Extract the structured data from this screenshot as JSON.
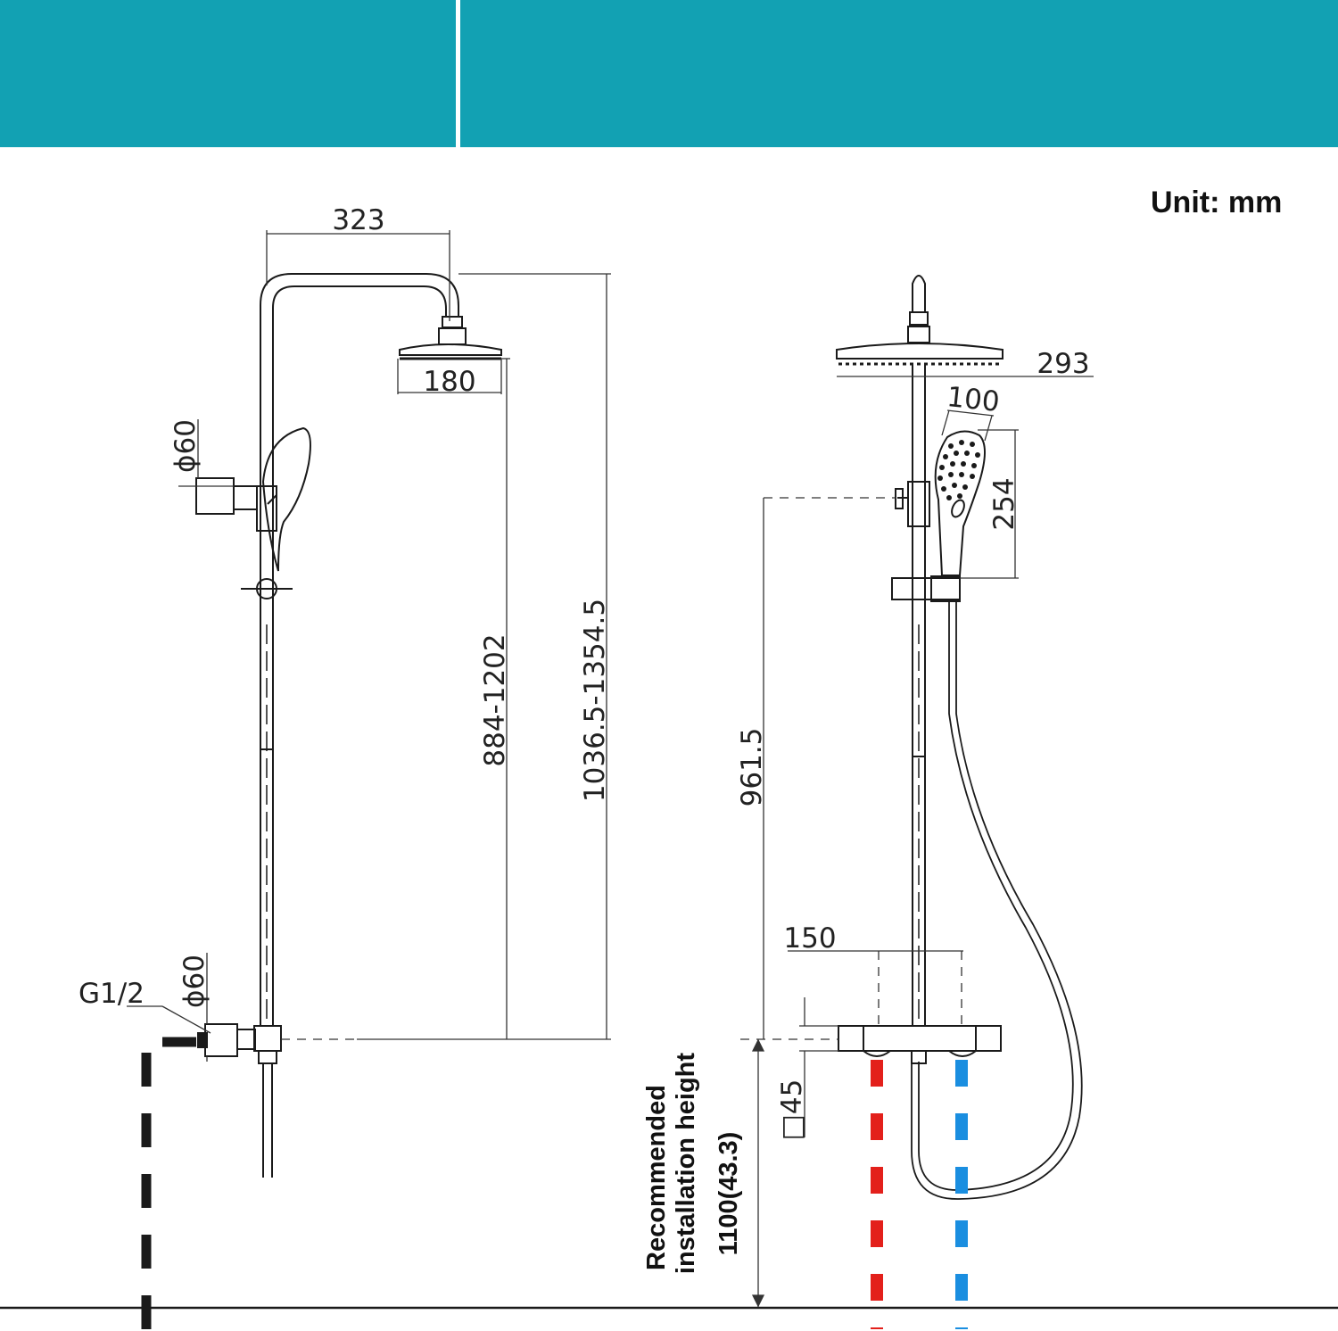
{
  "banner": {
    "color": "#12a1b3"
  },
  "unit_label": "Unit: mm",
  "dimensions": {
    "arm_length": "323",
    "head_side": "180",
    "holder_dia": "ϕ60",
    "inlet_dia": "ϕ60",
    "thread": "G1/2",
    "height_range_head": "884-1202",
    "height_range_total": "1036.5-1354.5",
    "head_front": "293",
    "hand_width": "100",
    "hand_length": "254",
    "holder_height": "961.5",
    "center_distance": "150",
    "valve_square": "□45"
  },
  "recommended": {
    "line1": "Recommended",
    "line2": "installation height",
    "line3": "1100(43.3)"
  },
  "colors": {
    "hot": "#e3201b",
    "cold": "#1a8ee0",
    "line": "#1a1a1a"
  }
}
